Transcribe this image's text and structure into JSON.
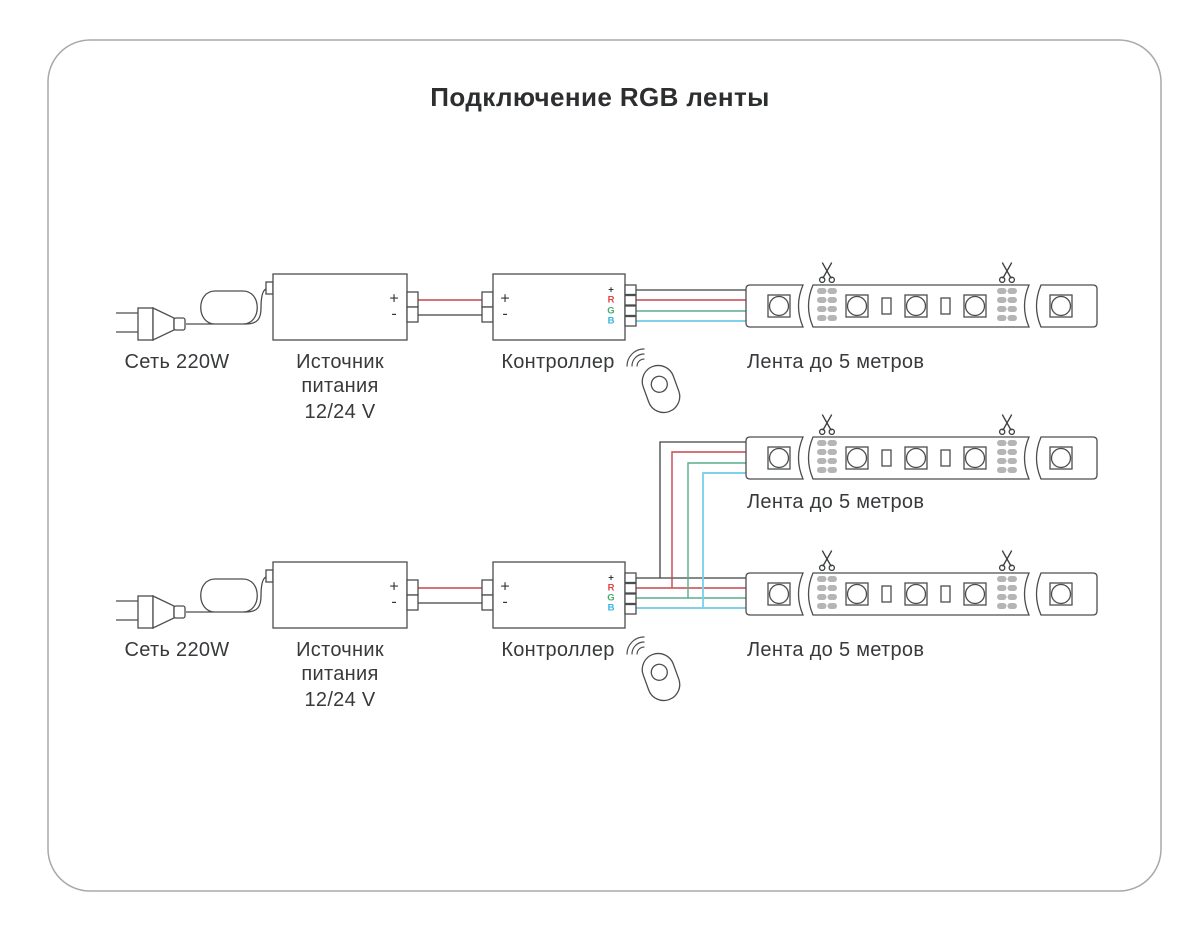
{
  "title": "Подключение RGB ленты",
  "labels": {
    "mains": "Сеть 220W",
    "psu_lines": [
      "Источник",
      "питания",
      "12/24 V"
    ],
    "controller": "Контроллер",
    "strip": "Лента до 5 метров"
  },
  "terminals": {
    "plus": "+",
    "minus": "-",
    "r": "R",
    "g": "G",
    "b": "B"
  },
  "colors": {
    "outline": "#4b4d4f",
    "frame": "#a7a9aa",
    "text": "#37393b",
    "pad_gray": "#b5b5b5",
    "wire_plus": "#3f4143",
    "wire_r": "#c9444d",
    "wire_g": "#58ae8c",
    "wire_b": "#7fd2ea",
    "letter_r": "#e2444e",
    "letter_g": "#43ad70",
    "letter_b": "#36b3e2"
  },
  "icons": {
    "plug": "power-plug-icon",
    "scissors": "scissors-icon",
    "remote": "remote-control-icon",
    "waves": "wireless-signal-icon"
  }
}
